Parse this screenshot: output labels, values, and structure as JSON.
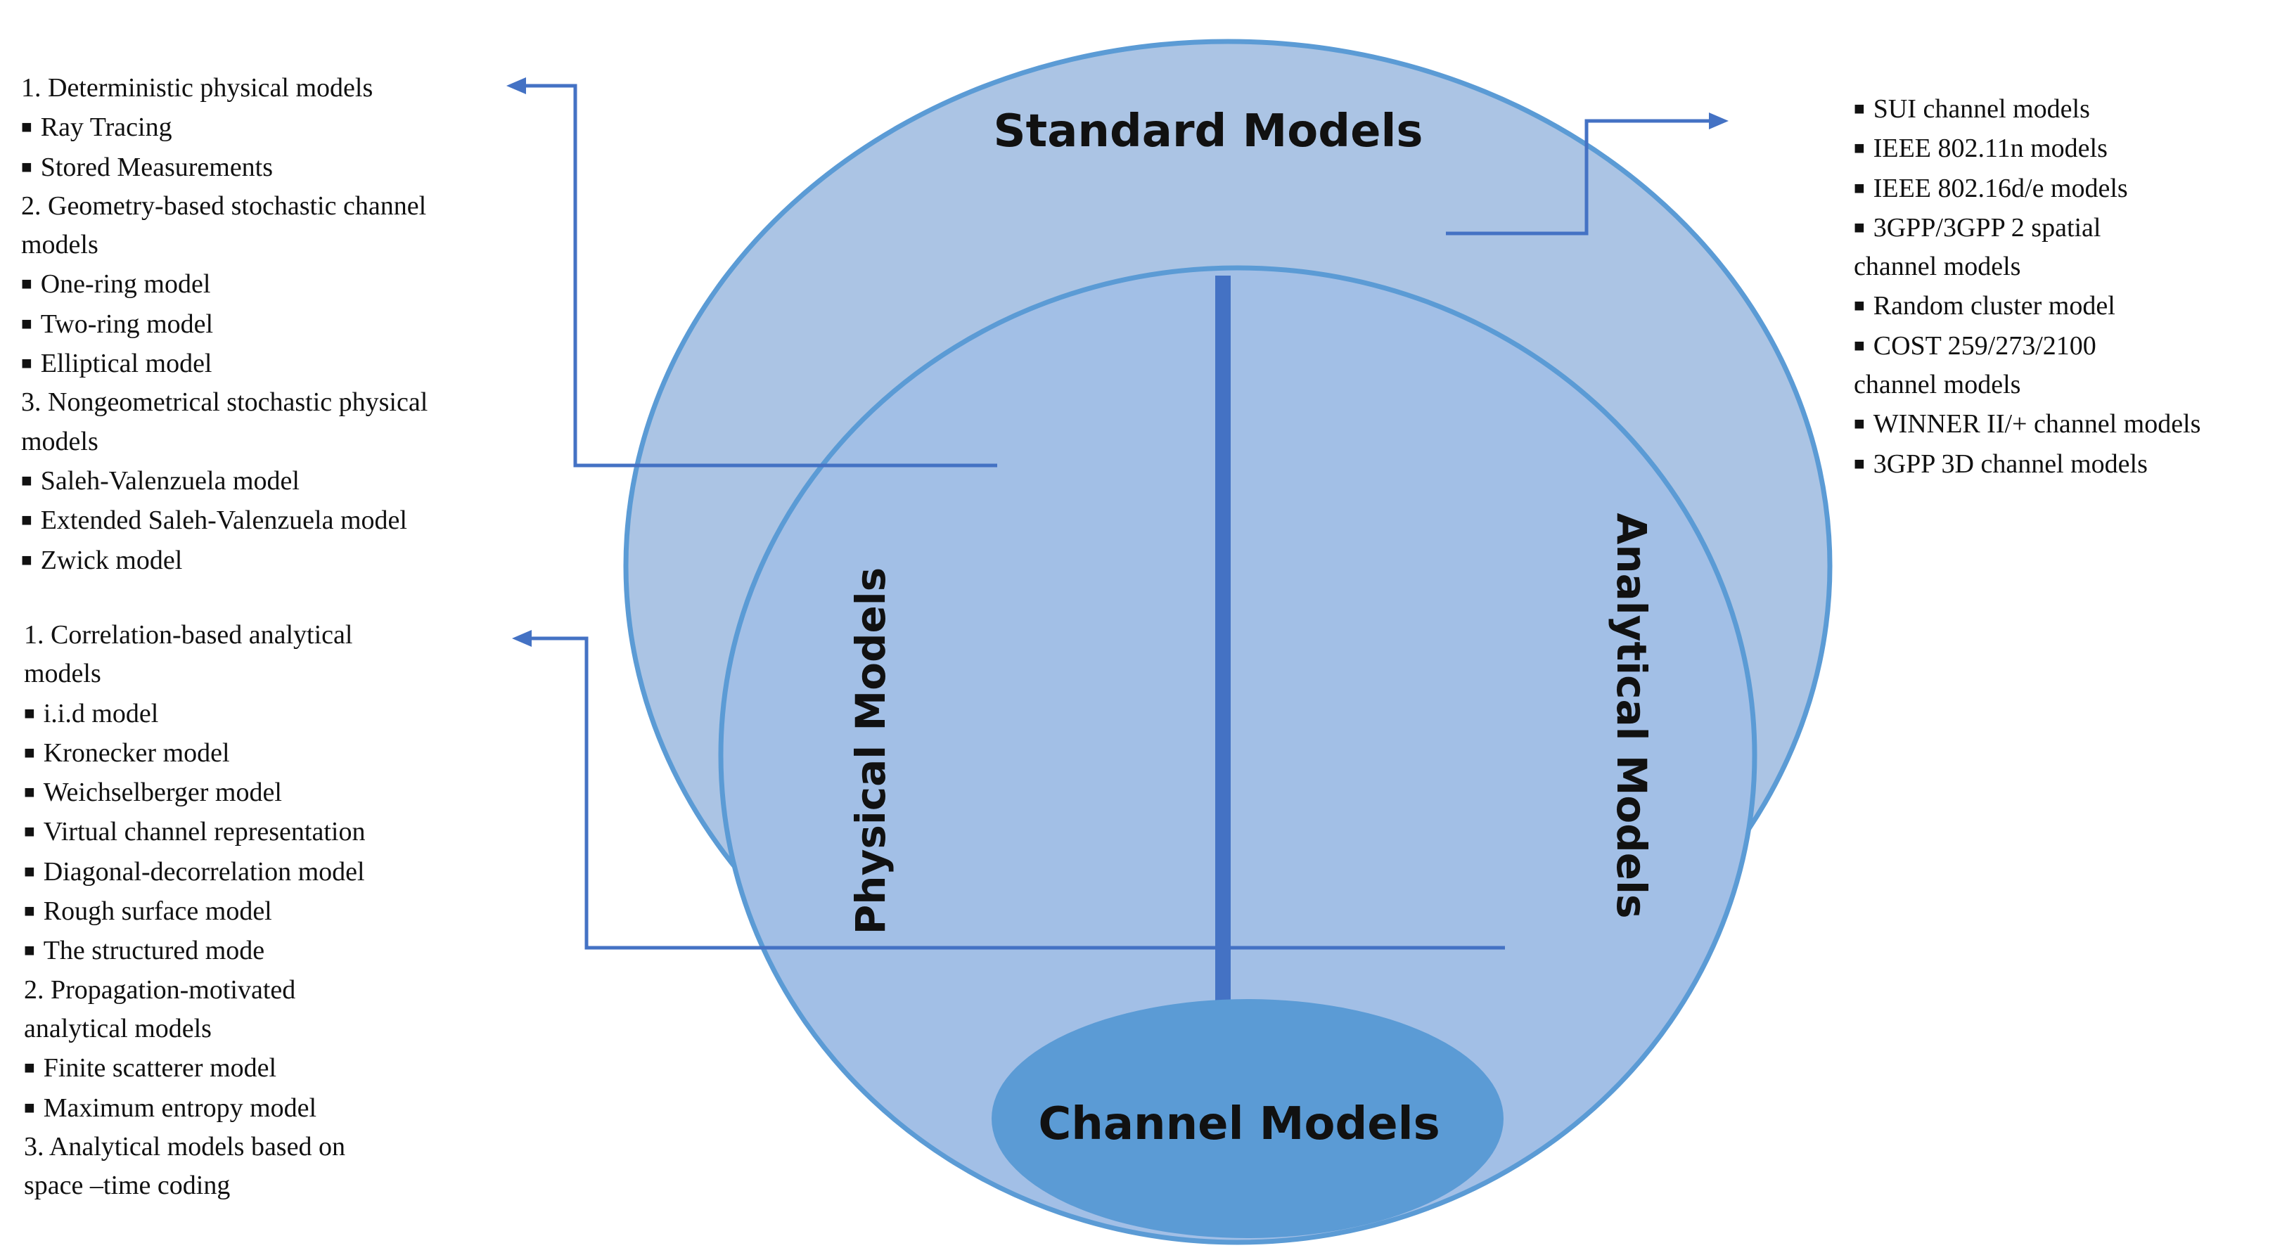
{
  "diagram": {
    "standard_label": "Standard Models",
    "physical_label": "Physical Models",
    "analytical_label": "Analytical Models",
    "channel_label": "Channel Models"
  },
  "physical_models_list": [
    {
      "text": "1. Deterministic physical models",
      "bullet": false
    },
    {
      "text": "Ray Tracing",
      "bullet": true
    },
    {
      "text": "Stored Measurements",
      "bullet": true
    },
    {
      "text": "2. Geometry-based stochastic channel",
      "bullet": false
    },
    {
      "text": "models",
      "bullet": false
    },
    {
      "text": "One-ring model",
      "bullet": true
    },
    {
      "text": "Two-ring model",
      "bullet": true
    },
    {
      "text": "Elliptical model",
      "bullet": true
    },
    {
      "text": "3. Nongeometrical stochastic physical",
      "bullet": false
    },
    {
      "text": "models",
      "bullet": false
    },
    {
      "text": "Saleh-Valenzuela model",
      "bullet": true
    },
    {
      "text": "Extended Saleh-Valenzuela model",
      "bullet": true
    },
    {
      "text": "Zwick model",
      "bullet": true
    }
  ],
  "analytical_models_list": [
    {
      "text": "1. Correlation-based analytical",
      "bullet": false
    },
    {
      "text": "models",
      "bullet": false
    },
    {
      "text": "i.i.d model",
      "bullet": true
    },
    {
      "text": "Kronecker model",
      "bullet": true
    },
    {
      "text": "Weichselberger model",
      "bullet": true
    },
    {
      "text": "Virtual channel representation",
      "bullet": true
    },
    {
      "text": "Diagonal-decorrelation model",
      "bullet": true
    },
    {
      "text": "Rough surface model",
      "bullet": true
    },
    {
      "text": "The structured mode",
      "bullet": true
    },
    {
      "text": "2. Propagation-motivated",
      "bullet": false
    },
    {
      "text": "analytical models",
      "bullet": false
    },
    {
      "text": "Finite scatterer model",
      "bullet": true
    },
    {
      "text": "Maximum entropy model",
      "bullet": true
    },
    {
      "text": "3. Analytical models based on",
      "bullet": false
    },
    {
      "text": "space –time coding",
      "bullet": false
    }
  ],
  "standard_models_list": [
    {
      "text": "SUI channel models",
      "bullet": true
    },
    {
      "text": "IEEE 802.11n models",
      "bullet": true
    },
    {
      "text": "IEEE 802.16d/e models",
      "bullet": true
    },
    {
      "text": "3GPP/3GPP 2 spatial",
      "bullet": true
    },
    {
      "text": "channel models",
      "bullet": false
    },
    {
      "text": "Random cluster model",
      "bullet": true
    },
    {
      "text": "COST 259/273/2100",
      "bullet": true
    },
    {
      "text": "channel models",
      "bullet": false
    },
    {
      "text": "WINNER II/+ channel models",
      "bullet": true
    },
    {
      "text": "3GPP 3D channel models",
      "bullet": true
    }
  ],
  "colors": {
    "outer_fill": "#abc4e4",
    "inner_fill": "#a2bfe6",
    "channel_fill": "#5b9bd5",
    "outline": "#5b9bd5",
    "connector": "#4472c4"
  }
}
